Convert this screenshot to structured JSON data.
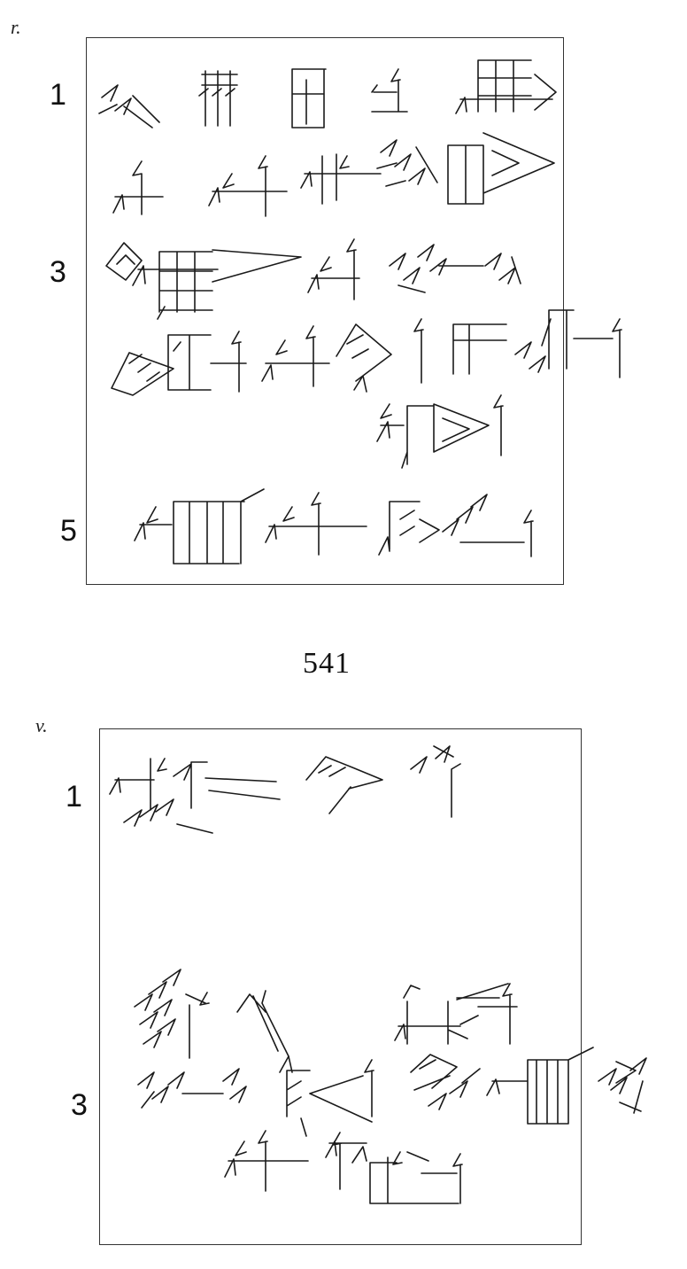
{
  "tablet_1": {
    "face_label": "r.",
    "line_numbers": [
      "1",
      "3",
      "5"
    ]
  },
  "catalog_number": "541",
  "tablet_2": {
    "face_label": "v.",
    "line_numbers": [
      "1",
      "3"
    ]
  }
}
